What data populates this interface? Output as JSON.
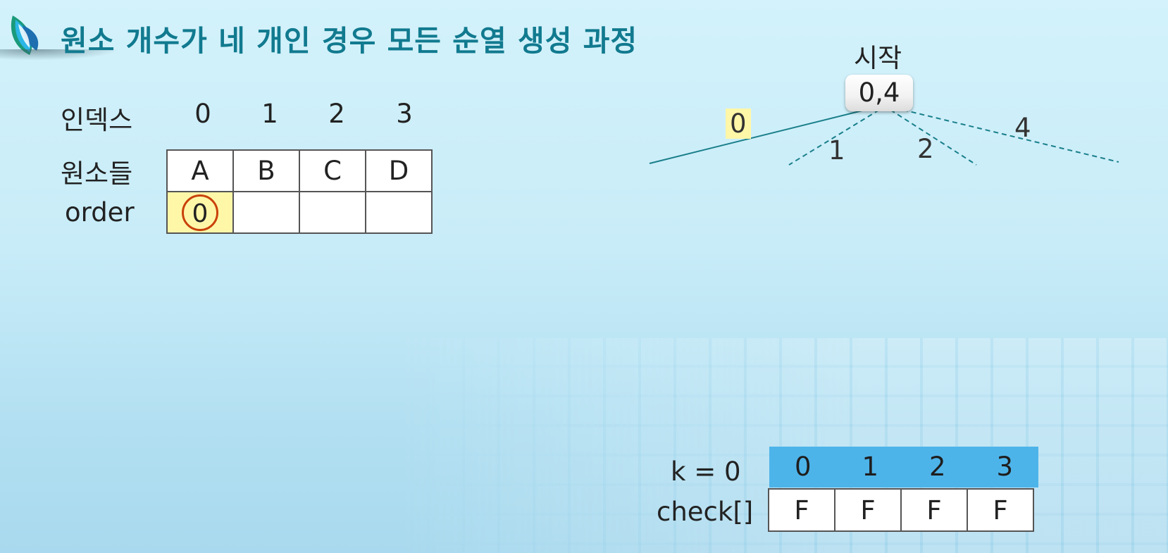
{
  "title": "원소 개수가 네 개인 경우 모든 순열 생성 과정",
  "labels": {
    "index": "인덱스",
    "elements": "원소들",
    "order": "order"
  },
  "indices": [
    "0",
    "1",
    "2",
    "3"
  ],
  "elements": [
    "A",
    "B",
    "C",
    "D"
  ],
  "order": [
    "0",
    "",
    "",
    ""
  ],
  "tree": {
    "root_label": "시작",
    "root_value": "0,4",
    "edges": [
      {
        "label": "0",
        "highlighted": true,
        "style": "solid"
      },
      {
        "label": "1",
        "highlighted": false,
        "style": "dashed"
      },
      {
        "label": "2",
        "highlighted": false,
        "style": "dashed"
      },
      {
        "label": "4",
        "highlighted": false,
        "style": "dashed"
      }
    ]
  },
  "check": {
    "k_label": "k = 0",
    "array_label": "check[]",
    "indices": [
      "0",
      "1",
      "2",
      "3"
    ],
    "values": [
      "F",
      "F",
      "F",
      "F"
    ]
  },
  "colors": {
    "title": "#117a8f",
    "highlight": "#fff7a8",
    "circle": "#c9420a",
    "check_header": "#4db4ea",
    "edge": "#1a7f8a"
  }
}
